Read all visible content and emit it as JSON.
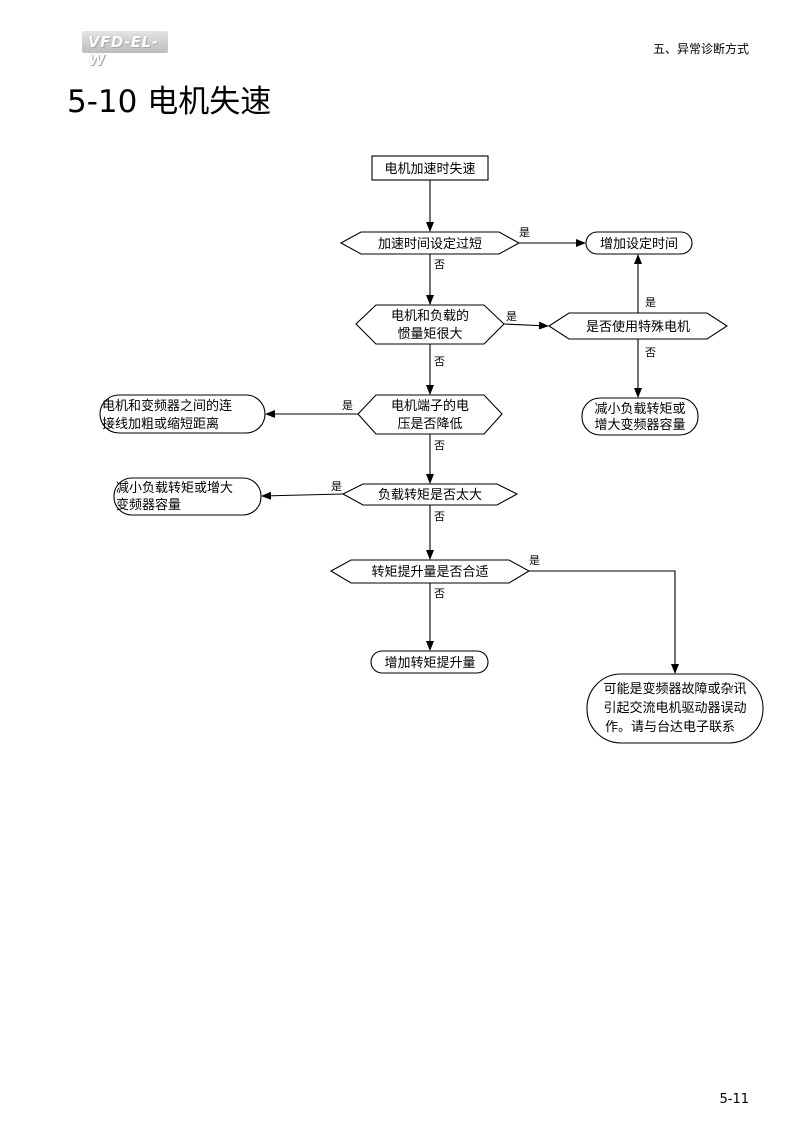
{
  "header": {
    "logo_text": "VFD-EL-W",
    "section": "五、异常诊断方式"
  },
  "title": "5-10  电机失速",
  "page_number": "5-11",
  "flow": {
    "start": "电机加速时失速",
    "q1": "加速时间设定过短",
    "a1": "增加设定时间",
    "q2": [
      "电机和负载的",
      "惯量矩很大"
    ],
    "q2b": "是否使用特殊电机",
    "a2b": [
      "减小负载转矩或",
      "增大变频器容量"
    ],
    "q3": [
      "电机端子的电",
      "压是否降低"
    ],
    "a3": [
      "电机和变频器之间的连",
      "接线加粗或缩短距离"
    ],
    "q4": "负载转矩是否太大",
    "a4": [
      "减小负载转矩或增大",
      "变频器容量"
    ],
    "q5": "转矩提升量是否合适",
    "a5": "增加转矩提升量",
    "end": [
      "可能是变频器故障或杂讯",
      "引起交流电机驱动器误动",
      "作。请与台达电子联系"
    ]
  },
  "labels": {
    "yes": "是",
    "no": "否"
  }
}
